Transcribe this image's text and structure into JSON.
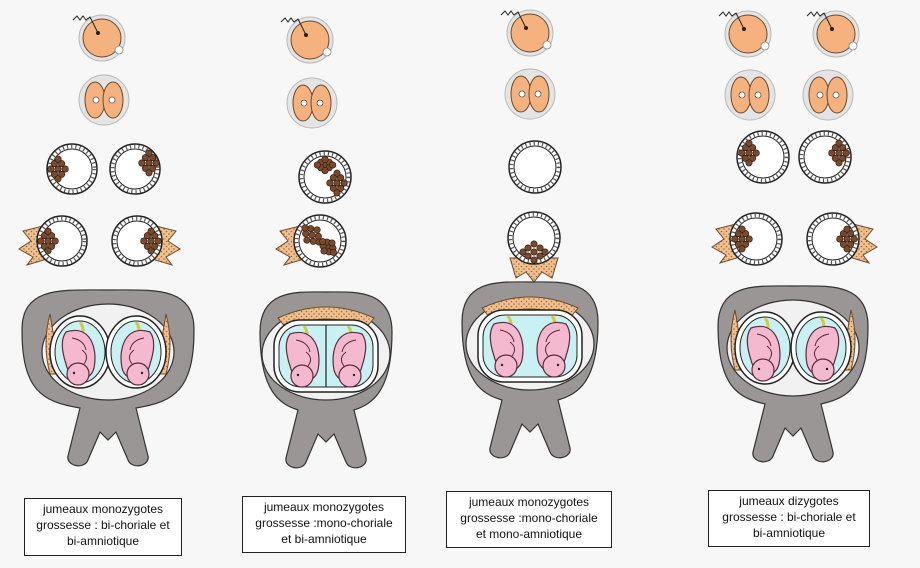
{
  "colors": {
    "background": "#f7f7f7",
    "oocyte": "#f5b27f",
    "zona": "#e4e4e4",
    "uterus": "#9a9696",
    "amnion": "#c9f1f3",
    "fetus": "#f4b9cf",
    "placenta": "#f2c08f",
    "cord": "#d6c840",
    "cell_cluster": "#7a4a2e"
  },
  "panels": [
    {
      "type": "mz-bc-ba",
      "caption": [
        "jumeaux monozygotes",
        "grossesse : bi-choriale et",
        "bi-amniotique"
      ]
    },
    {
      "type": "mz-mc-ba",
      "caption": [
        "jumeaux monozygotes",
        "grossesse :mono-choriale",
        "et bi-amniotique"
      ]
    },
    {
      "type": "mz-mc-ma",
      "caption": [
        "jumeaux monozygotes",
        "grossesse :mono-choriale",
        "et mono-amniotique"
      ]
    },
    {
      "type": "dz-bc-ba",
      "caption": [
        "jumeaux dizygotes",
        "grossesse : bi-choriale et",
        "bi-amniotique"
      ]
    }
  ]
}
